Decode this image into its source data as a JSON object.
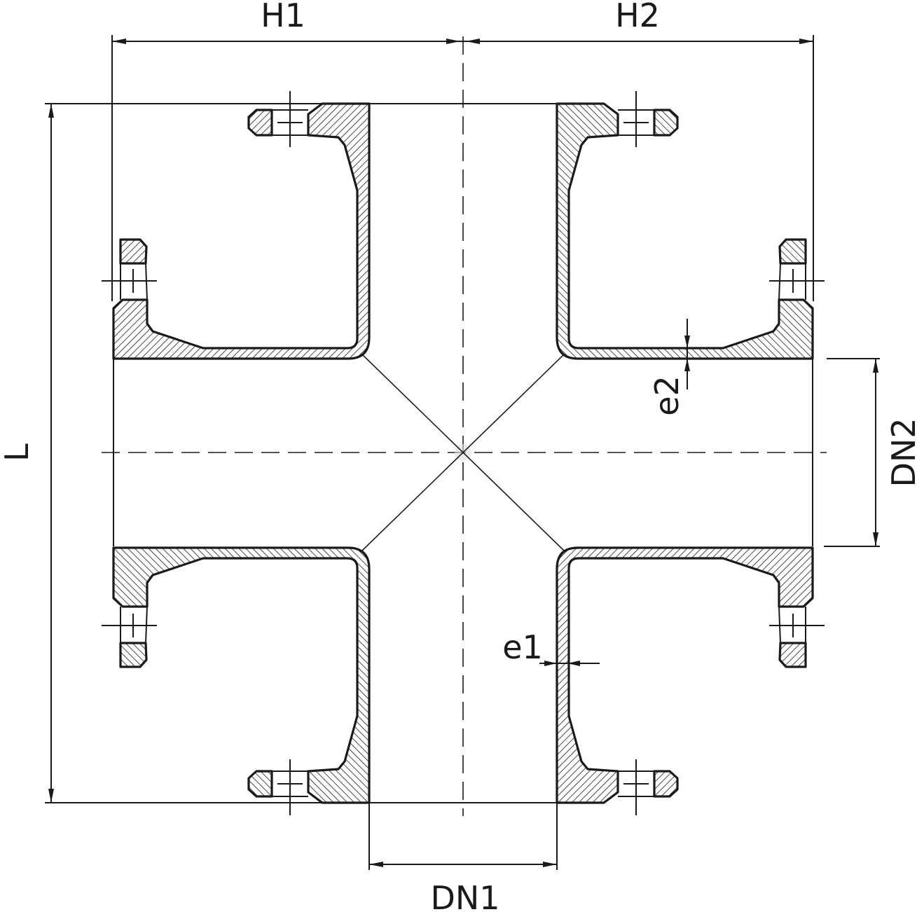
{
  "labels": {
    "h1": "H1",
    "h2": "H2",
    "l": "L",
    "dn1": "DN1",
    "dn2": "DN2",
    "e1": "e1",
    "e2": "e2"
  },
  "colors": {
    "line": "#1a1a1a",
    "background": "#ffffff"
  }
}
